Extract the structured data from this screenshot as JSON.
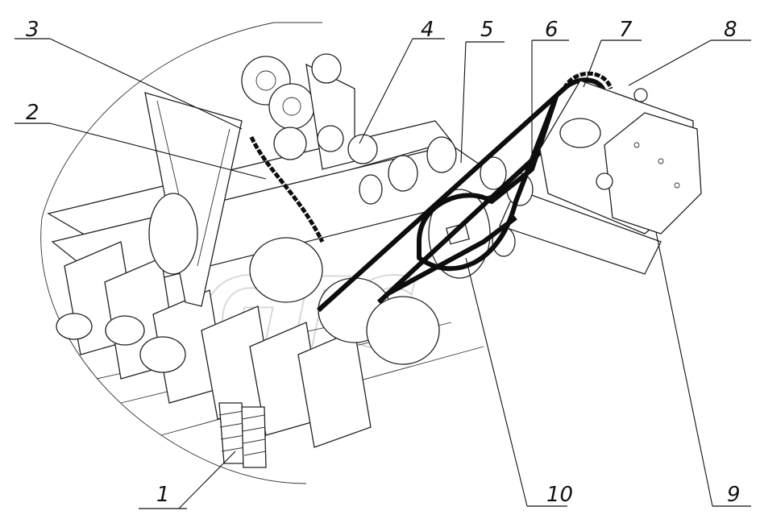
{
  "diagram": {
    "callouts": [
      {
        "id": "c1",
        "label": "1"
      },
      {
        "id": "c2",
        "label": "2"
      },
      {
        "id": "c3",
        "label": "3"
      },
      {
        "id": "c4",
        "label": "4"
      },
      {
        "id": "c5",
        "label": "5"
      },
      {
        "id": "c6",
        "label": "6"
      },
      {
        "id": "c7",
        "label": "7"
      },
      {
        "id": "c8",
        "label": "8"
      },
      {
        "id": "c9",
        "label": "9"
      },
      {
        "id": "c10",
        "label": "10"
      }
    ]
  }
}
